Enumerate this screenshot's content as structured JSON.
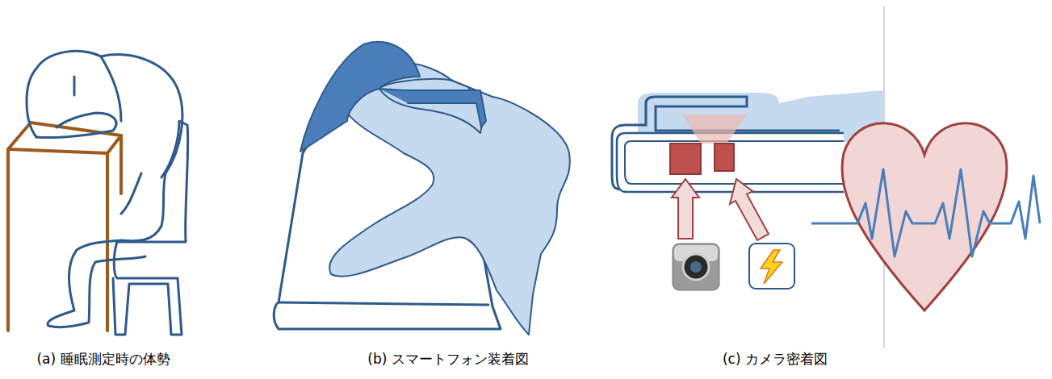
{
  "diagram": {
    "labels": [
      "(a) 睡眠測定時の体勢",
      "(b) スマートフォン装着図",
      "(c) カメラ密着図"
    ]
  }
}
